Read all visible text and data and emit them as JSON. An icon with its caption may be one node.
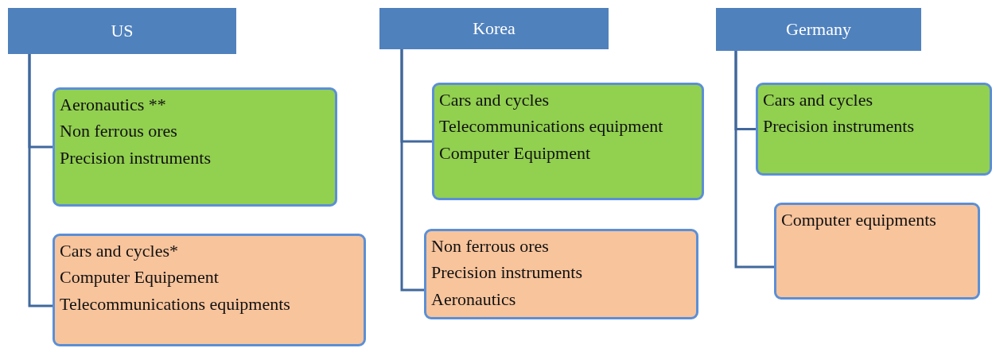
{
  "diagram": {
    "nodes": [
      {
        "text": [
          "US"
        ]
      },
      {
        "text": [
          "Aeronautics **",
          "Non ferrous ores",
          "Precision instruments"
        ]
      },
      {
        "text": [
          "Cars and cycles*",
          "Computer Equipement",
          "Telecommunications  equipments"
        ]
      },
      {
        "text": [
          "Korea"
        ]
      },
      {
        "text": [
          "Cars and cycles",
          "Telecommunications equipment",
          "Computer Equipment"
        ]
      },
      {
        "text": [
          "Non ferrous ores",
          "Precision instruments",
          "Aeronautics"
        ]
      },
      {
        "text": [
          "Germany"
        ]
      },
      {
        "text": [
          "Cars and cycles",
          "Precision instruments"
        ]
      },
      {
        "text": [
          "Computer equipments"
        ]
      }
    ],
    "edges": [
      {
        "from": 0,
        "to": 1,
        "arrow": "none"
      },
      {
        "from": 0,
        "to": 2,
        "arrow": "none"
      },
      {
        "from": 3,
        "to": 4,
        "arrow": "none"
      },
      {
        "from": 3,
        "to": 5,
        "arrow": "none"
      },
      {
        "from": 6,
        "to": 7,
        "arrow": "none"
      },
      {
        "from": 6,
        "to": 8,
        "arrow": "none"
      }
    ]
  }
}
